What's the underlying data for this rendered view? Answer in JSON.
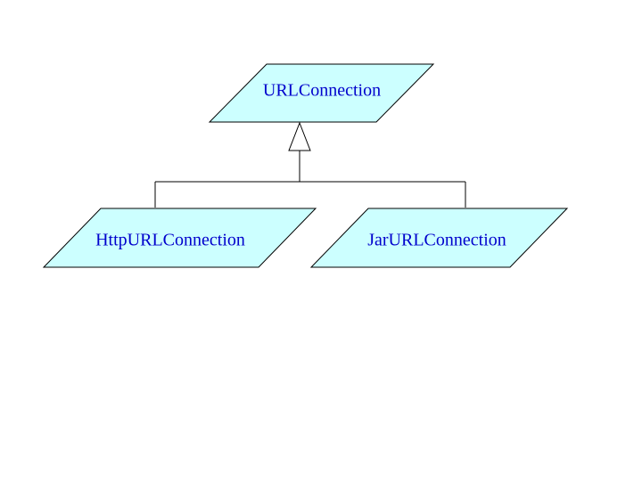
{
  "colors": {
    "node_fill": "#ccffff",
    "node_text": "#0000cc",
    "line": "#000000",
    "background": "#ffffff"
  },
  "nodes": {
    "parent": {
      "label": "URLConnection"
    },
    "child_left": {
      "label": "HttpURLConnection"
    },
    "child_right": {
      "label": "JarURLConnection"
    }
  },
  "relationship": "inheritance"
}
